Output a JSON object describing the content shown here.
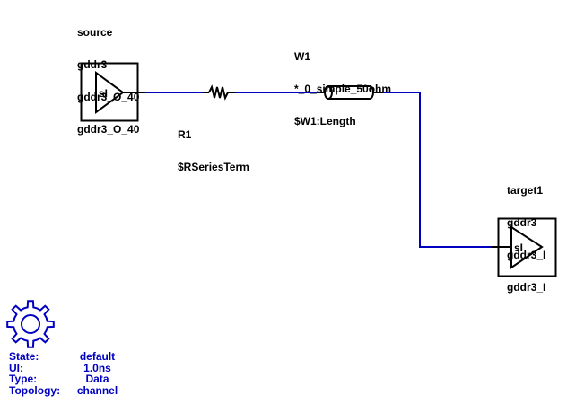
{
  "colors": {
    "wire": "#0000c0",
    "symbol": "#000000",
    "info_text": "#0000c0"
  },
  "source": {
    "labels": [
      "source",
      "gddr3",
      "gddr3_O_40",
      "gddr3_O_40"
    ],
    "buffer_text": "sI"
  },
  "resistor": {
    "labels": [
      "R1",
      "$RSeriesTerm"
    ]
  },
  "transmission_line": {
    "labels": [
      "W1",
      "*_0_simple_50ohm",
      "$W1:Length"
    ]
  },
  "target": {
    "labels": [
      "target1",
      "gddr3",
      "gddr3_I",
      "gddr3_I"
    ],
    "buffer_text": "sI"
  },
  "settings_icon": "gear-icon",
  "info": [
    {
      "key": "State:",
      "value": "default"
    },
    {
      "key": "UI:",
      "value": "1.0ns"
    },
    {
      "key": "Type:",
      "value": "Data"
    },
    {
      "key": "Topology:",
      "value": "channel"
    }
  ]
}
